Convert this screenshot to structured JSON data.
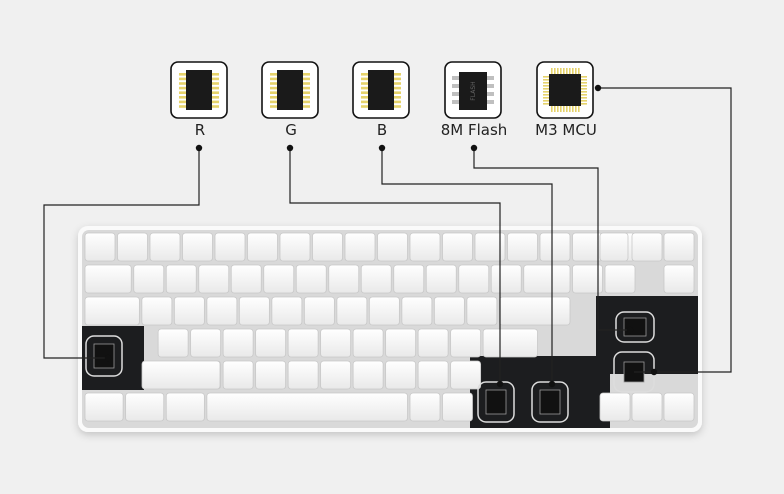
{
  "chips": [
    {
      "id": "r",
      "label": "R",
      "package": "soic"
    },
    {
      "id": "g",
      "label": "G",
      "package": "soic"
    },
    {
      "id": "b",
      "label": "B",
      "package": "soic"
    },
    {
      "id": "flash",
      "label": "8M Flash",
      "package": "sop8",
      "marking": "FLASH"
    },
    {
      "id": "mcu",
      "label": "M3 MCU",
      "package": "qfp"
    }
  ],
  "colors": {
    "background": "#f0f0f0",
    "wire": "#222222",
    "pcb": "#1c1d1f",
    "keycap": "#ffffff",
    "chip_pins": "#e6d36a"
  }
}
